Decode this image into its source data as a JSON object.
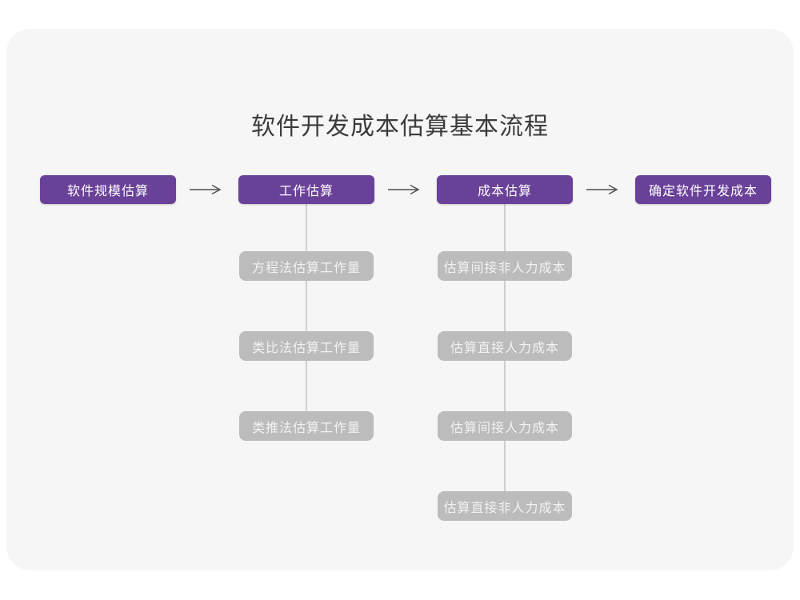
{
  "page": {
    "title": "软件开发成本估算基本流程"
  },
  "colors": {
    "accent_purple": "#6a4199",
    "sub_step_gray": "#bcbcbc",
    "card_background": "#f6f6f7",
    "connector_line": "#cfcfcf",
    "arrow": "#4f4f4f",
    "title_text": "#3c3c3c"
  },
  "flow": {
    "main_steps": [
      {
        "label": "软件规模估算"
      },
      {
        "label": "工作估算"
      },
      {
        "label": "成本估算"
      },
      {
        "label": "确定软件开发成本"
      }
    ],
    "work_estimation_methods": [
      {
        "label": "方程法估算工作量"
      },
      {
        "label": "类比法估算工作量"
      },
      {
        "label": "类推法估算工作量"
      }
    ],
    "cost_estimation_steps": [
      {
        "label": "估算间接非人力成本"
      },
      {
        "label": "估算直接人力成本"
      },
      {
        "label": "估算间接人力成本"
      },
      {
        "label": "估算直接非人力成本"
      }
    ]
  }
}
